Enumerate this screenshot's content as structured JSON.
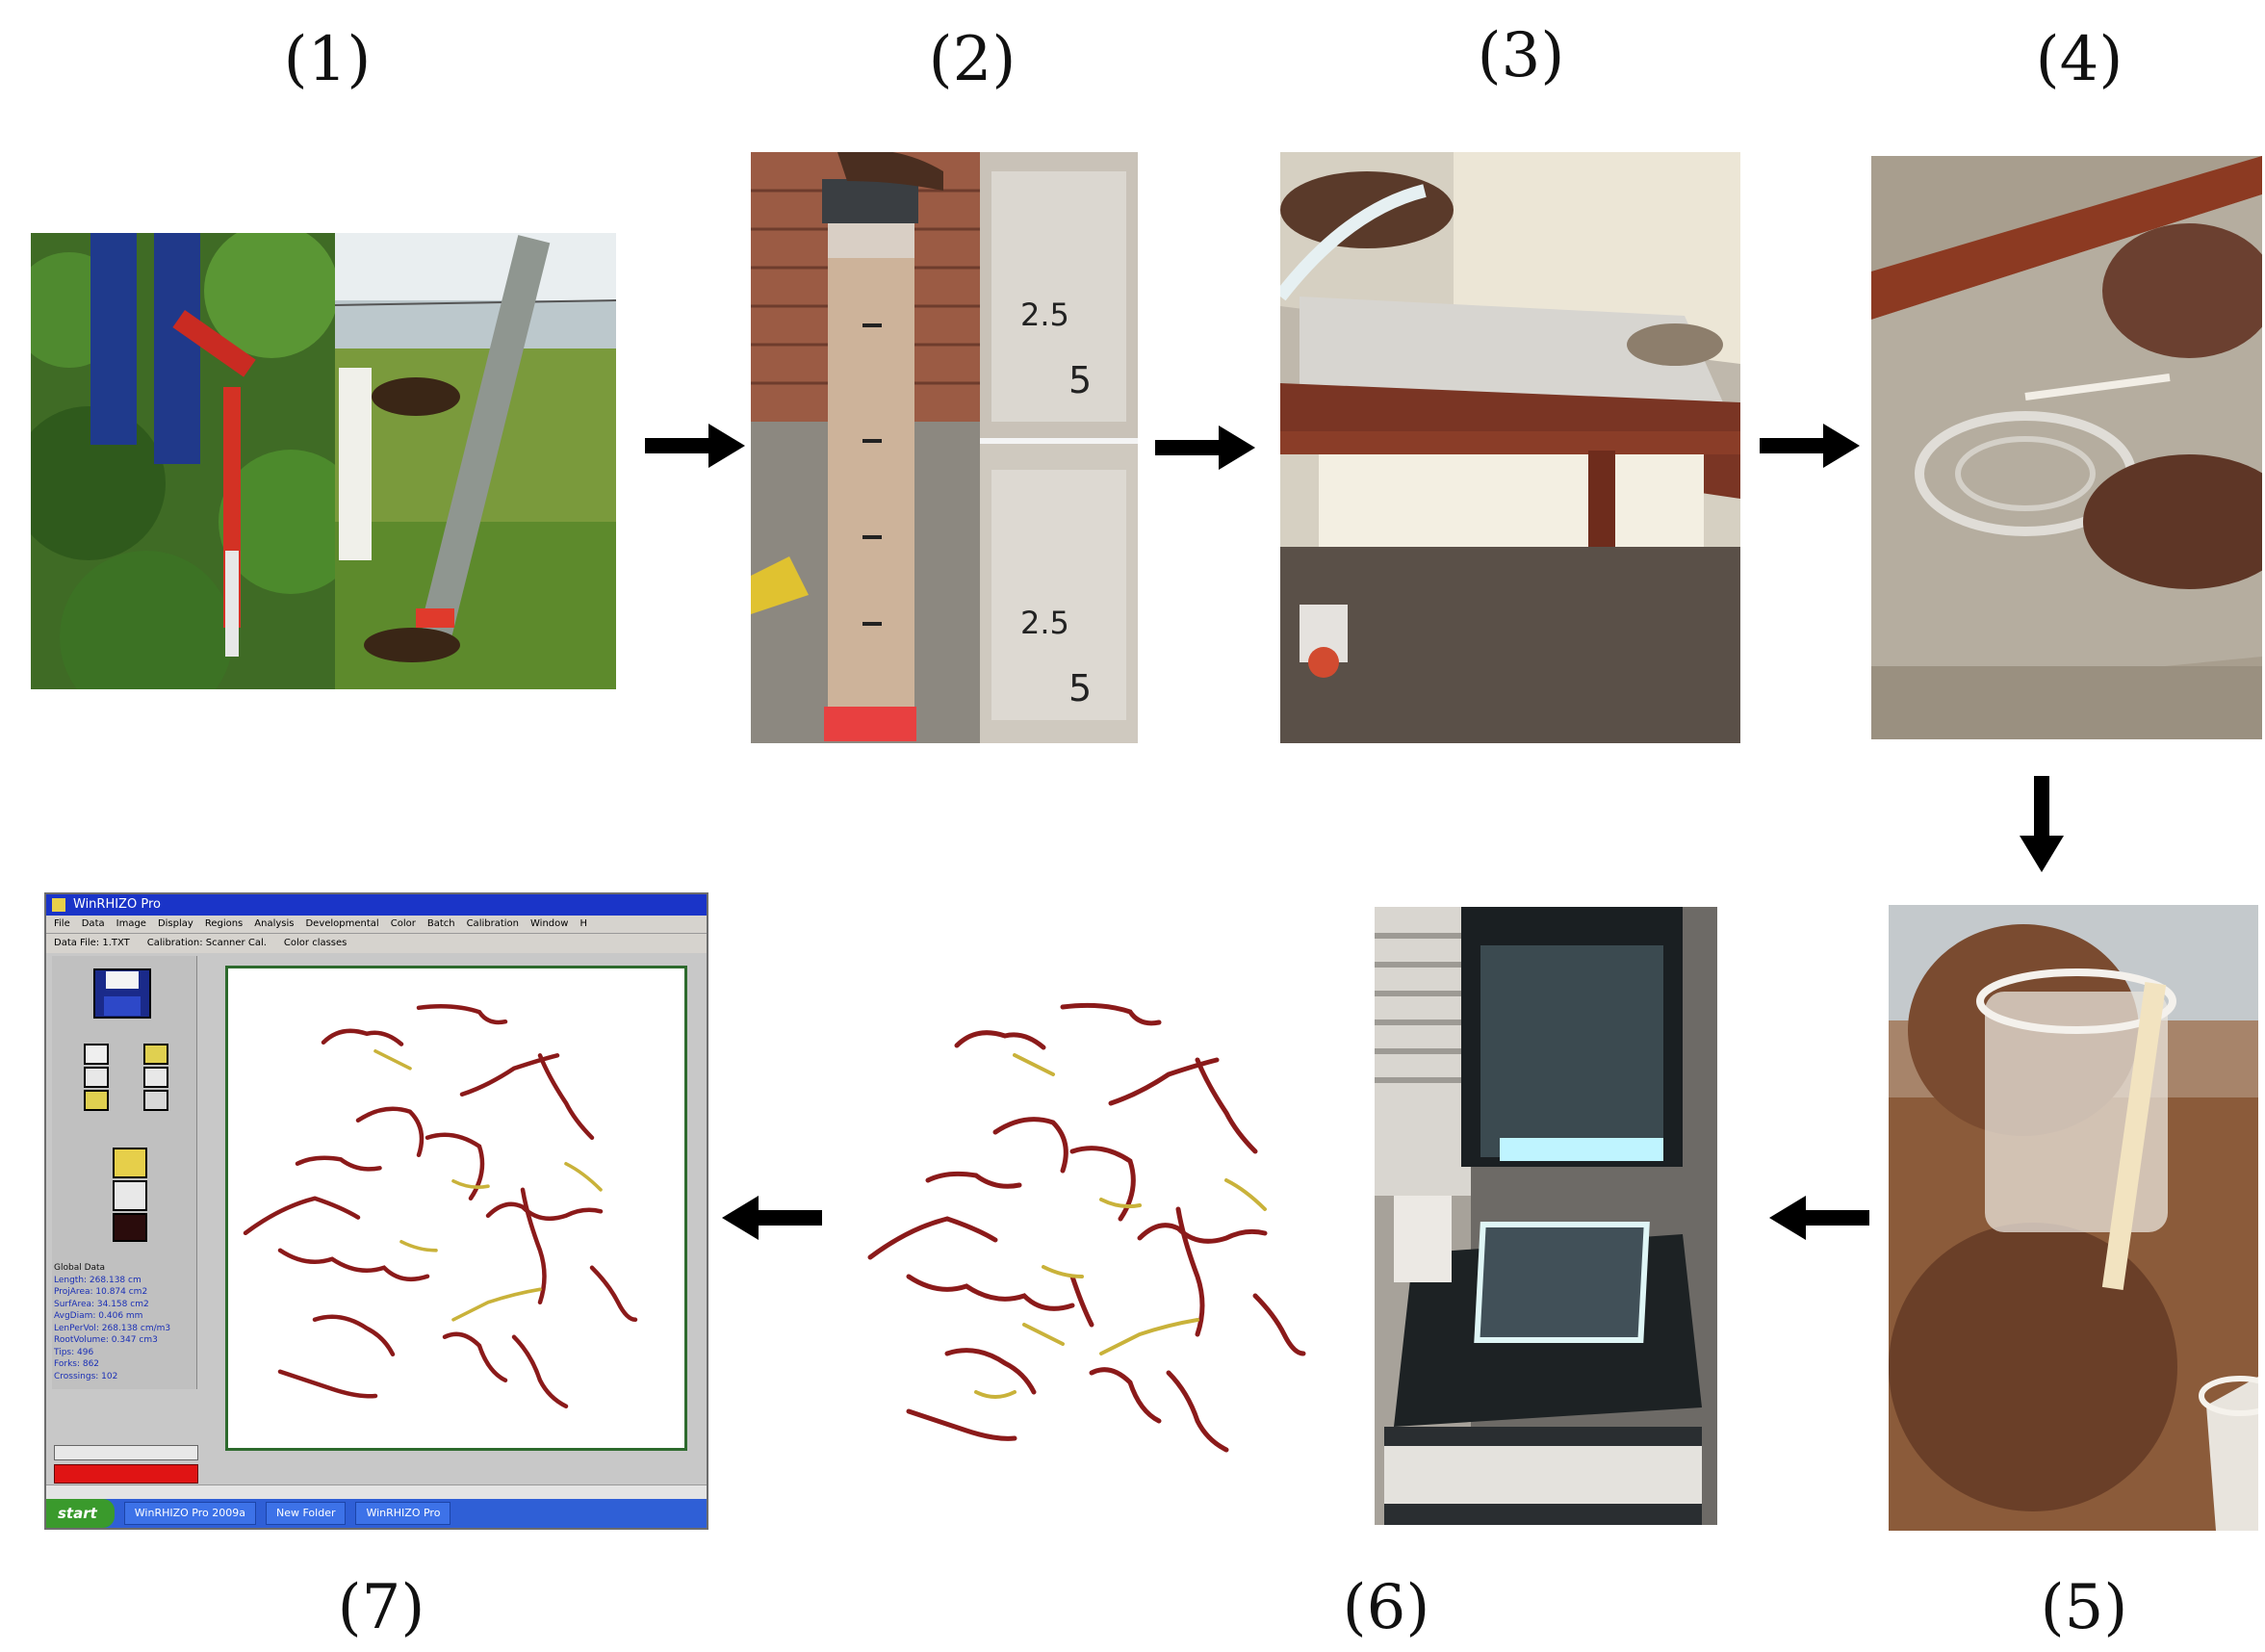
{
  "steps": [
    {
      "number": 1,
      "label": "(1)"
    },
    {
      "number": 2,
      "label": "(2)"
    },
    {
      "number": 3,
      "label": "(3)"
    },
    {
      "number": 4,
      "label": "(4)"
    },
    {
      "number": 5,
      "label": "(5)"
    },
    {
      "number": 6,
      "label": "(6)"
    },
    {
      "number": 7,
      "label": "(7)"
    }
  ],
  "panel2": {
    "bag_mark_a": "2.5",
    "bag_mark_b": "5"
  },
  "software": {
    "title": "WinRHIZO Pro",
    "menu": [
      "File",
      "Data",
      "Image",
      "Display",
      "Regions",
      "Analysis",
      "Developmental",
      "Color",
      "Batch",
      "Calibration",
      "Window",
      "H"
    ],
    "status_fields": [
      "Data File: 1.TXT",
      "Calibration: Scanner Cal.",
      "Color classes"
    ],
    "global_data_title": "Global Data",
    "global_data_rows": [
      "Length: 268.138 cm",
      "ProjArea: 10.874 cm2",
      "SurfArea: 34.158 cm2",
      "AvgDiam: 0.406 mm",
      "LenPerVol: 268.138 cm/m3",
      "RootVolume: 0.347 cm3",
      "Tips: 496",
      "Forks: 862",
      "Crossings: 102"
    ],
    "taskbar": {
      "start": "start",
      "tasks": [
        "WinRHIZO Pro 2009a",
        "New Folder",
        "WinRHIZO Pro"
      ]
    }
  },
  "colors": {
    "arrow": "#000000",
    "root_dark": "#8b1a1a",
    "root_light": "#c9b23a",
    "canvas_border": "#2d6a2d",
    "xp_blue": "#2f5fd6"
  }
}
